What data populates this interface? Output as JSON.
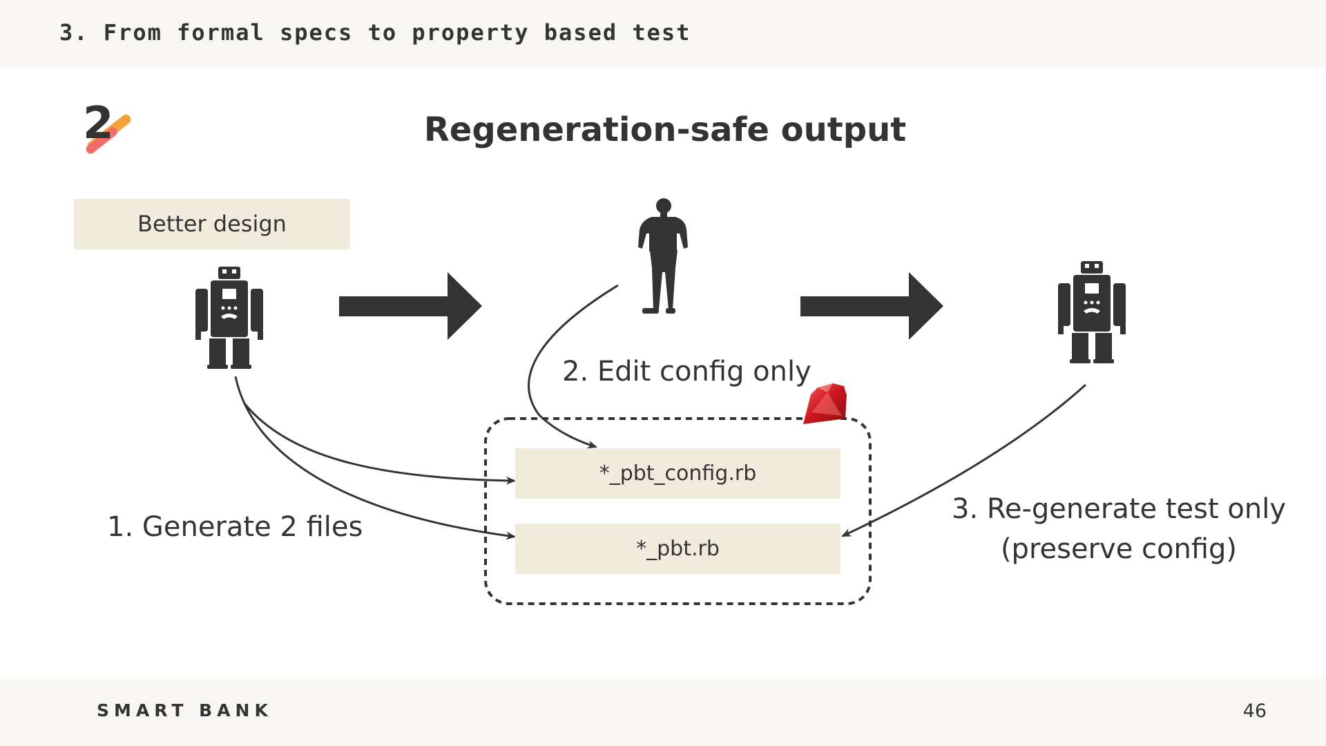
{
  "header": {
    "section_title": "3. From formal specs to property based test"
  },
  "slide": {
    "badge_number": "2",
    "title": "Regeneration-safe output",
    "better_design_label": "Better design",
    "config_file": "*_pbt_config.rb",
    "test_file": "*_pbt.rb",
    "step1": "1. Generate 2 files",
    "step2": "2. Edit config only",
    "step3_line1": "3. Re-generate test only",
    "step3_line2": "(preserve config)"
  },
  "icons": {
    "robot_left": "robot-icon",
    "robot_right": "robot-icon",
    "person": "person-silhouette-icon",
    "ruby": "ruby-gem-icon",
    "arrow_right_1": "arrow-right-icon",
    "arrow_right_2": "arrow-right-icon",
    "brand_logo": "smartbank-logo-icon"
  },
  "footer": {
    "brand": "SMART BANK",
    "page_number": "46"
  },
  "colors": {
    "header_bg": "#f7f6f2",
    "label_bg": "#f0ebdd",
    "text": "#333333",
    "badge_orange": "#f6a13a",
    "badge_pink": "#f26c6c",
    "ruby_red": "#c9171e"
  }
}
